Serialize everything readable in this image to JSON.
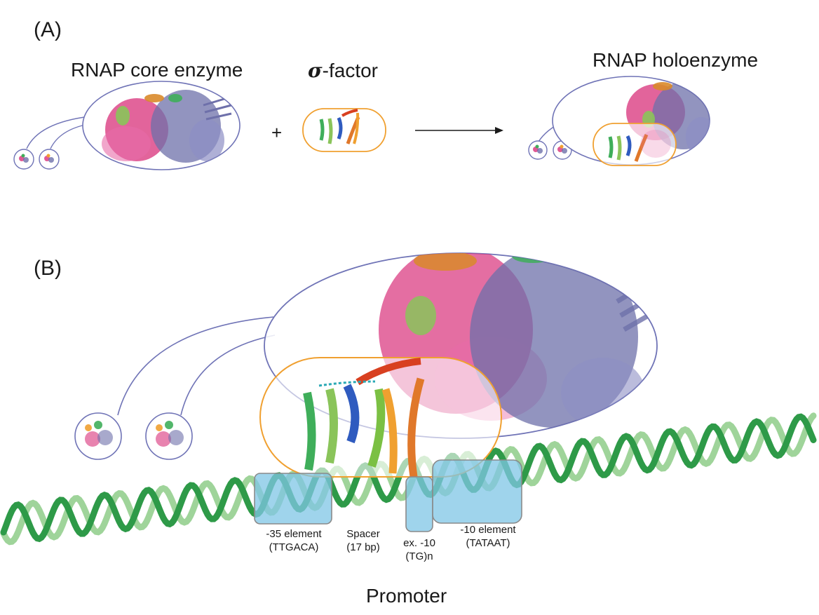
{
  "panel_a": {
    "label": "(A)",
    "core_enzyme_title": "RNAP core enzyme",
    "sigma_symbol": "σ",
    "sigma_suffix": "-factor",
    "plus": "+",
    "holoenzyme_title": "RNAP holoenzyme"
  },
  "panel_b": {
    "label": "(B)",
    "elements": [
      {
        "line1": "-35 element",
        "line2": "(TTGACA)"
      },
      {
        "line1": "Spacer",
        "line2": "(17 bp)"
      },
      {
        "line1": "ex. -10",
        "line2": "(TG)n"
      },
      {
        "line1": "-10 element",
        "line2": "(TATAAT)"
      }
    ],
    "promoter_label": "Promoter"
  },
  "colors": {
    "core_outline": "#6f73b6",
    "sigma_outline": "#f0a030",
    "dna_dark": "#2e9a48",
    "dna_light": "#9fd49a",
    "element_box": "#7fc6e6",
    "protein_pink": "#d8307a",
    "protein_purple": "#6e70aa"
  }
}
